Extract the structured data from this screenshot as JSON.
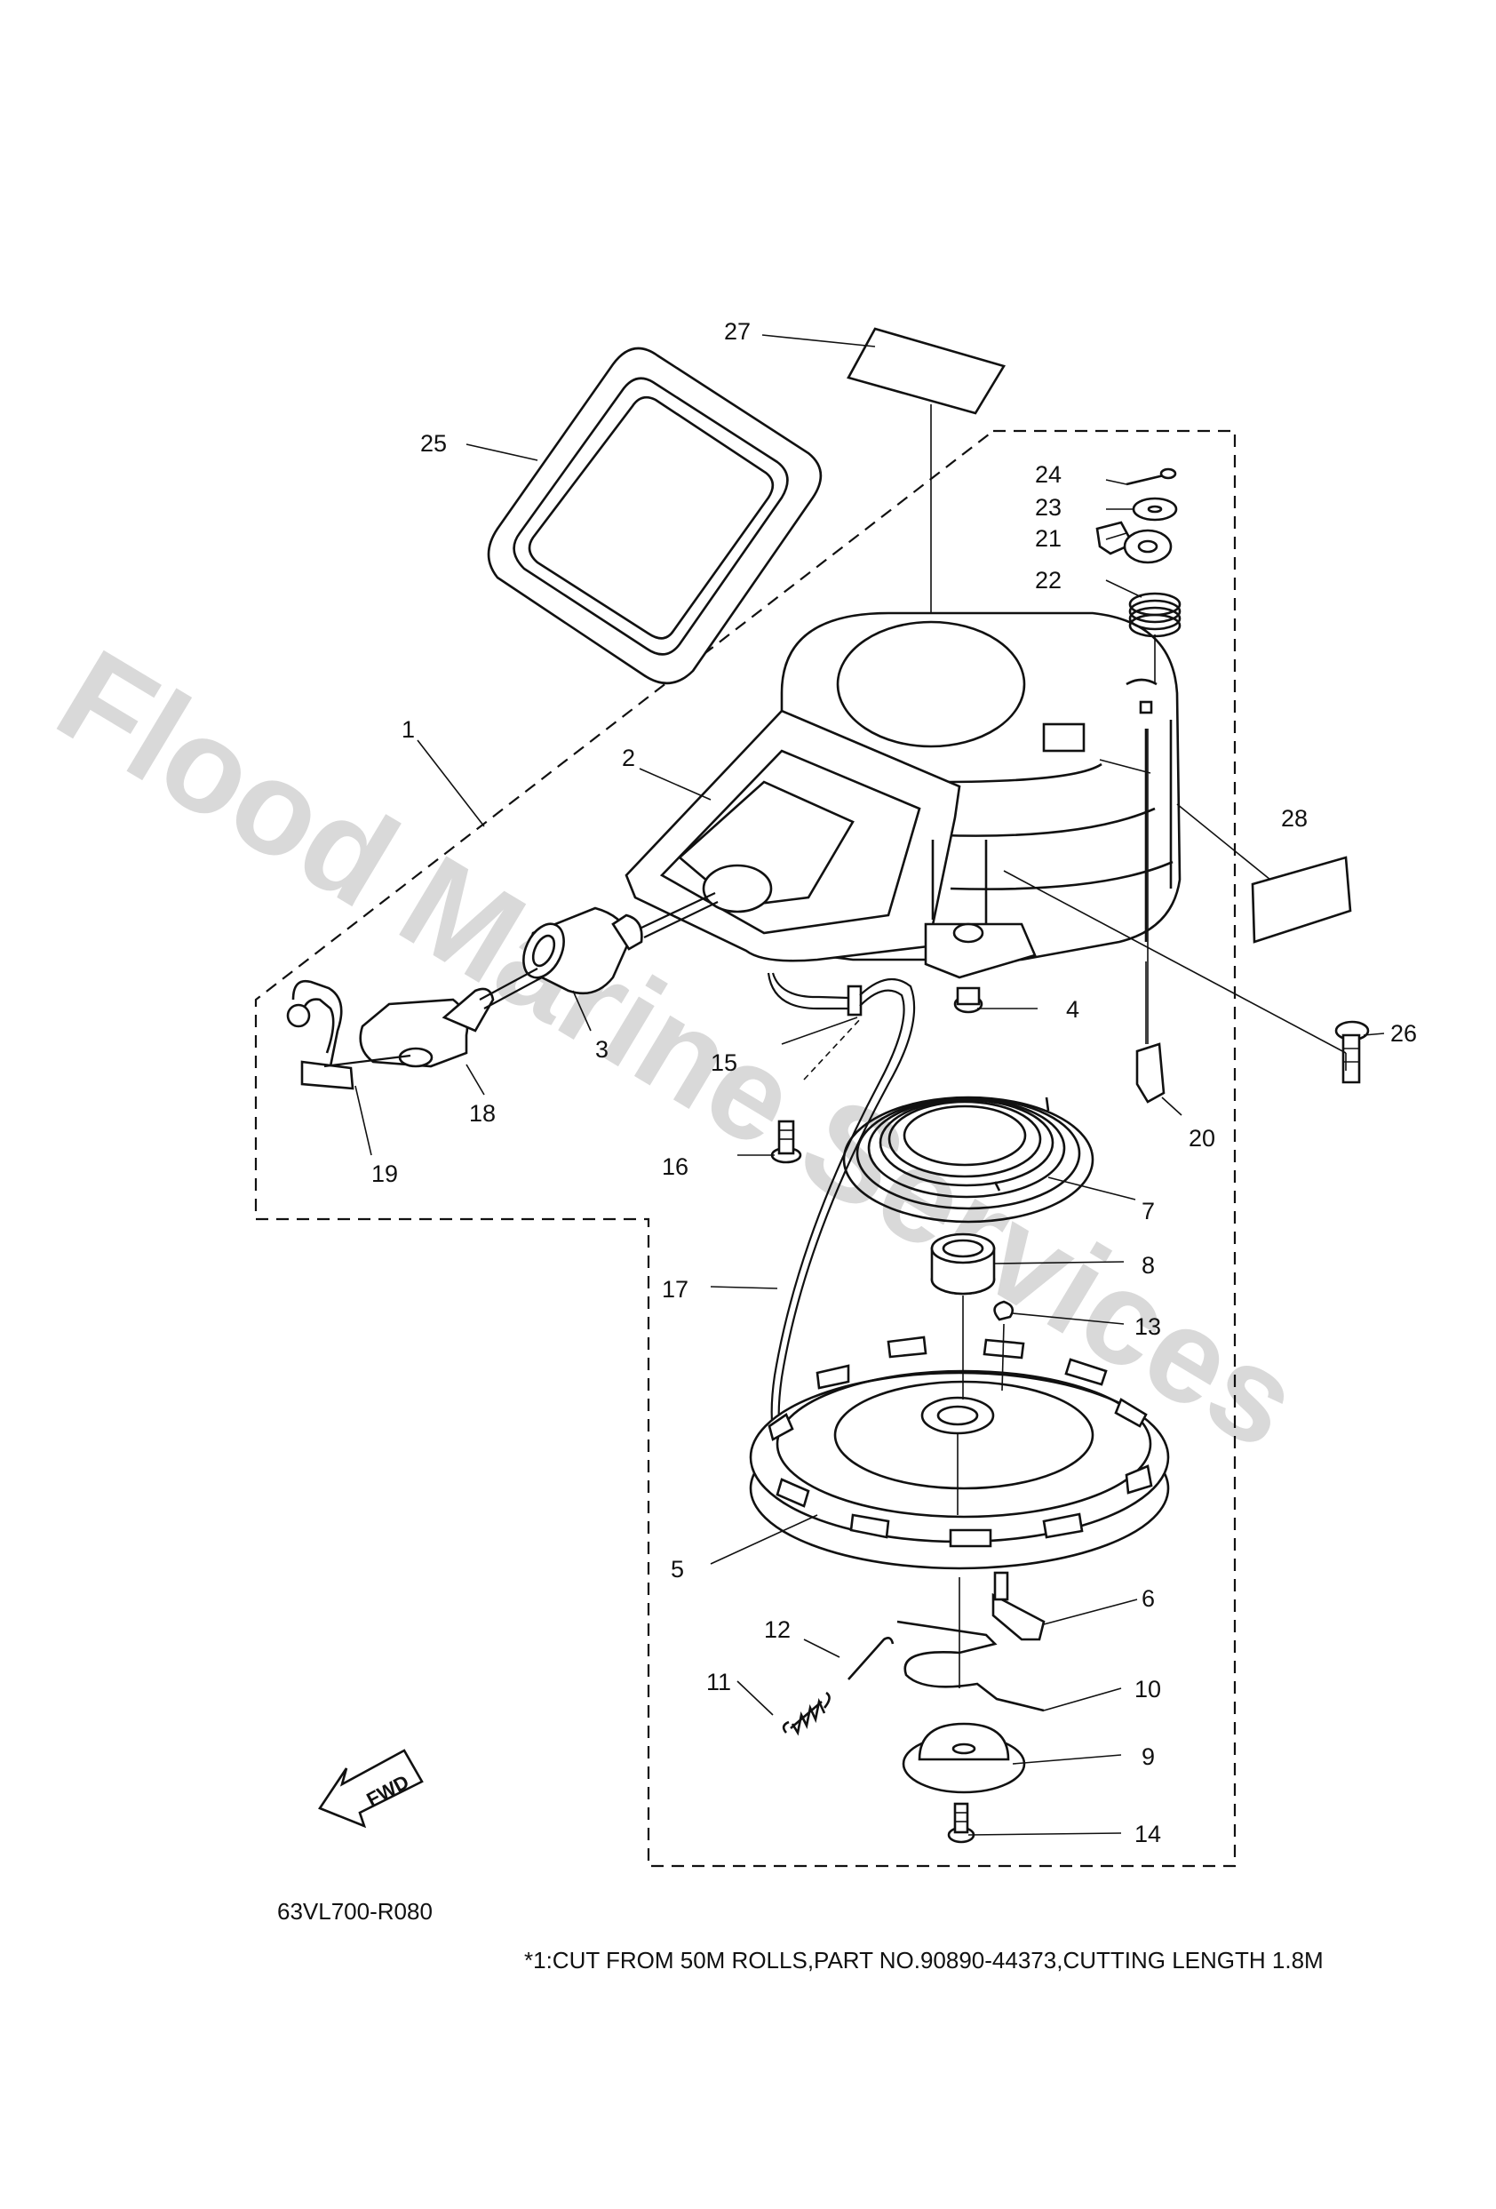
{
  "watermark": "Flood Marine Services",
  "diagram_code": "63VL700-R080",
  "footnote": "*1:CUT FROM 50M ROLLS,PART NO.90890-44373,CUTTING LENGTH 1.8M",
  "fwd_label": "FWD",
  "callouts": {
    "c1": "1",
    "c2": "2",
    "c3": "3",
    "c4": "4",
    "c5": "5",
    "c6": "6",
    "c7": "7",
    "c8": "8",
    "c9": "9",
    "c10": "10",
    "c11": "11",
    "c12": "12",
    "c13": "13",
    "c14": "14",
    "c15": "15",
    "c16": "16",
    "c17": "17",
    "c18": "18",
    "c19": "19",
    "c20": "20",
    "c21": "21",
    "c22": "22",
    "c23": "23",
    "c24": "24",
    "c25": "25",
    "c26": "26",
    "c27": "27",
    "c28": "28"
  }
}
